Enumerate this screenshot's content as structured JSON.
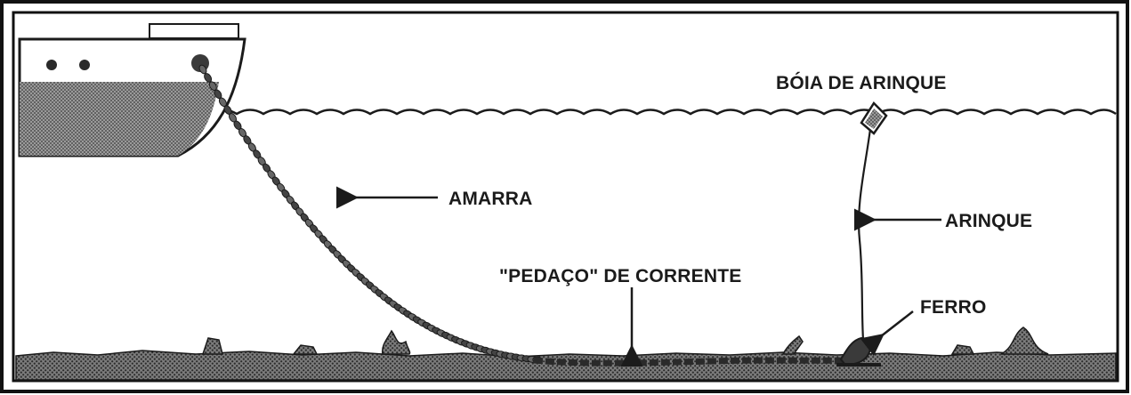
{
  "labels": {
    "buoy": "BÓIA DE ARINQUE",
    "chain": "AMARRA",
    "buoy_line": "ARINQUE",
    "chain_piece": "\"PEDAÇO\" DE CORRENTE",
    "anchor": "FERRO"
  }
}
